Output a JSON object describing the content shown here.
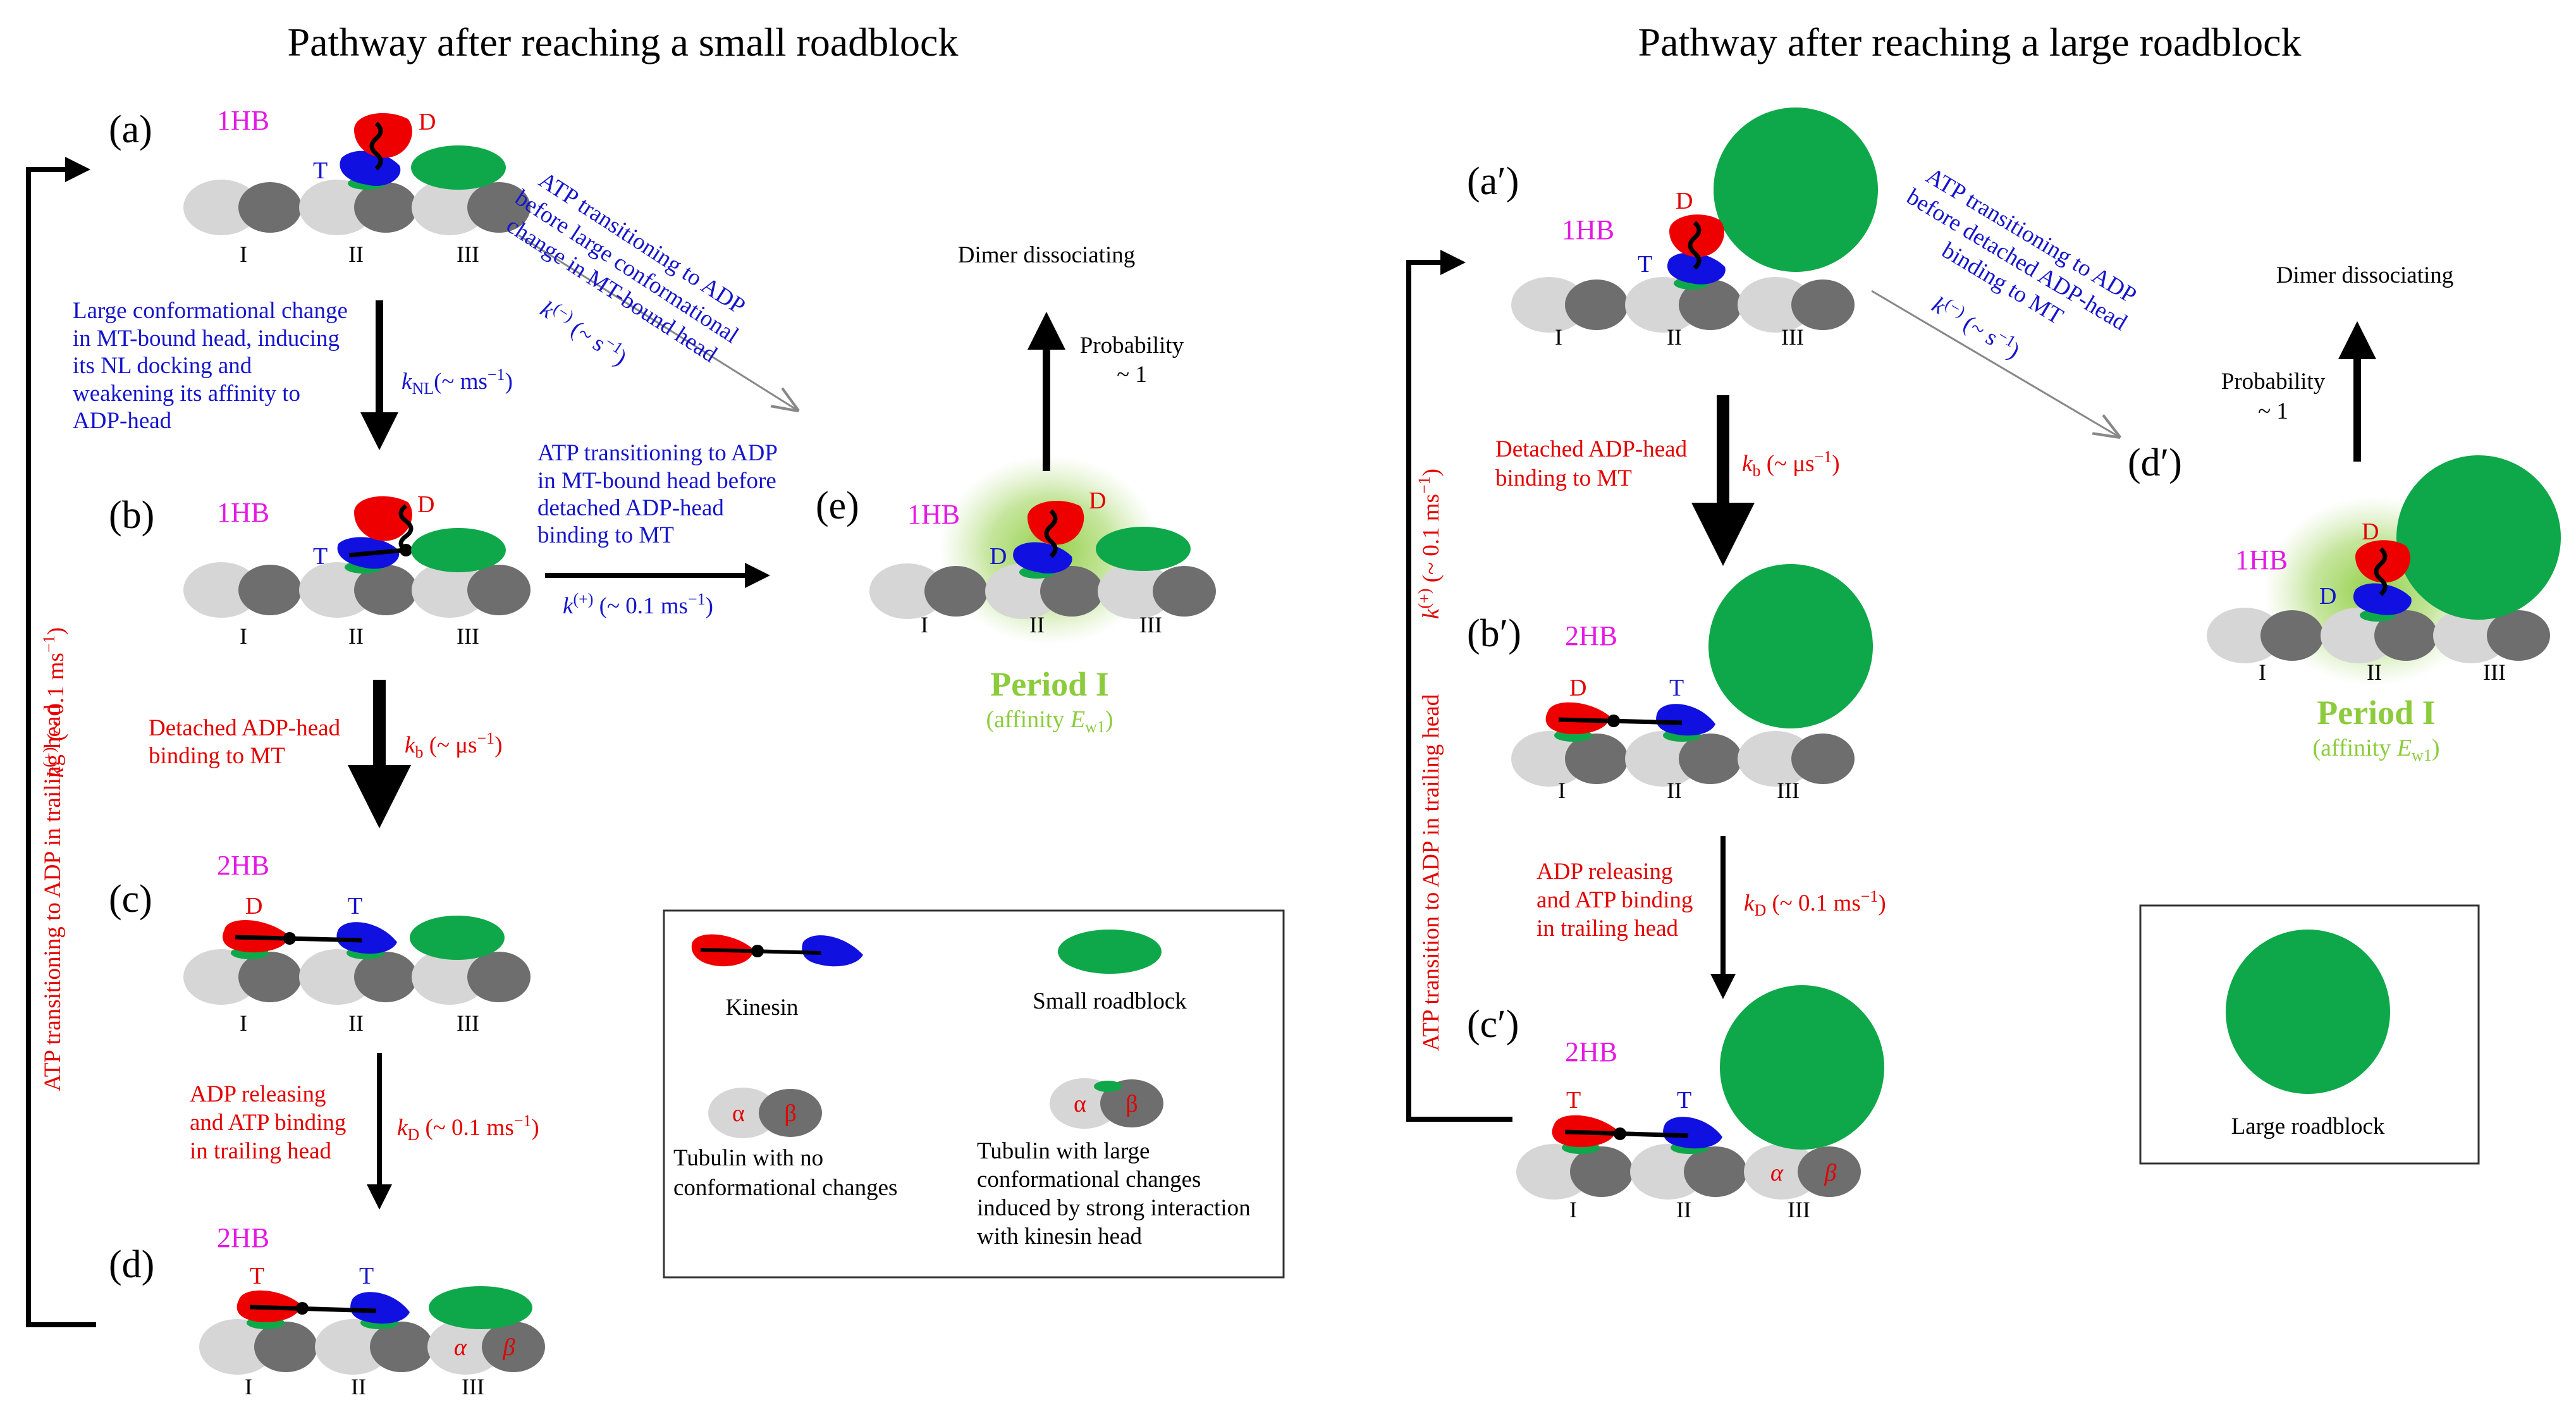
{
  "titles": {
    "left": "Pathway after reaching a small roadblock",
    "right": "Pathway after reaching a large roadblock"
  },
  "panels": {
    "a": "(a)",
    "b": "(b)",
    "c": "(c)",
    "d": "(d)",
    "e": "(e)",
    "a2": "(a′)",
    "b2": "(b′)",
    "c2": "(c′)",
    "d2": "(d′)"
  },
  "states": {
    "one_head_bound": "1HB",
    "two_head_bound": "2HB"
  },
  "sites": [
    "I",
    "II",
    "III"
  ],
  "heads": {
    "adp": "D",
    "atp": "T"
  },
  "tubulin": {
    "alpha": "α",
    "beta": "β"
  },
  "left": {
    "ab_note": [
      "Large conformational change",
      "in MT-bound head,  inducing",
      "its NL docking and",
      "weakening its affinity to",
      "ADP-head"
    ],
    "ab_rate": "k_NL (~ ms⁻¹)",
    "ae_note": [
      "ATP transitioning to ADP",
      "before large conformational",
      "change in MT-bound head"
    ],
    "ae_rate": "k(−) (~ s⁻¹)",
    "be_note": [
      "ATP transitioning to ADP",
      "in MT-bound head before",
      "detached ADP-head",
      "binding to MT"
    ],
    "be_rate": "k(+) (~ 0.1 ms⁻¹)",
    "bc_note": [
      "Detached ADP-head",
      "binding to MT"
    ],
    "bc_rate": "k_b (~ μs⁻¹)",
    "cd_note": [
      "ADP releasing",
      "and ATP binding",
      "in trailing head"
    ],
    "cd_rate": "k_D (~ 0.1 ms⁻¹)",
    "return_note": "ATP transitioning to ADP in trailing head",
    "return_rate": "k(+) (~ 0.1 ms⁻¹)",
    "dissociate": "Dimer dissociating",
    "probability": [
      "Probability",
      "~ 1"
    ],
    "period": "Period I",
    "affinity": "(affinity E_w1)"
  },
  "right": {
    "ad_note": [
      "ATP transitioning to ADP",
      "before detached ADP-head",
      "binding to MT"
    ],
    "ad_rate": "k(−) (~ s⁻¹)",
    "ab_note": [
      "Detached ADP-head",
      "binding to MT"
    ],
    "ab_rate": "k_b (~ μs⁻¹)",
    "bc_note": [
      "ADP releasing",
      "and ATP binding",
      "in trailing head"
    ],
    "bc_rate": "k_D (~ 0.1 ms⁻¹)",
    "return_note": "ATP transition to ADP in trailing head",
    "return_rate": "k(+) (~ 0.1 ms⁻¹)",
    "dissociate": "Dimer dissociating",
    "probability": [
      "Probability",
      "~ 1"
    ],
    "period": "Period I",
    "affinity": "(affinity E_w1)"
  },
  "legend_small": {
    "kinesin": "Kinesin",
    "small_roadblock": "Small roadblock",
    "tubulin_plain": [
      "Tubulin with no",
      "conformational changes"
    ],
    "tubulin_changed": [
      "Tubulin with large",
      "conformational changes",
      "induced by strong interaction",
      "with kinesin head"
    ]
  },
  "legend_large": {
    "large_roadblock": "Large roadblock"
  },
  "colors": {
    "atp_head": "#1010e0",
    "adp_head": "#ee0000",
    "roadblock": "#0ea84a",
    "alpha_tubulin": "#d6d6d6",
    "beta_tubulin": "#6e6e6e",
    "state_label": "#e41ae4",
    "period_glow": "#8ccc3c"
  }
}
